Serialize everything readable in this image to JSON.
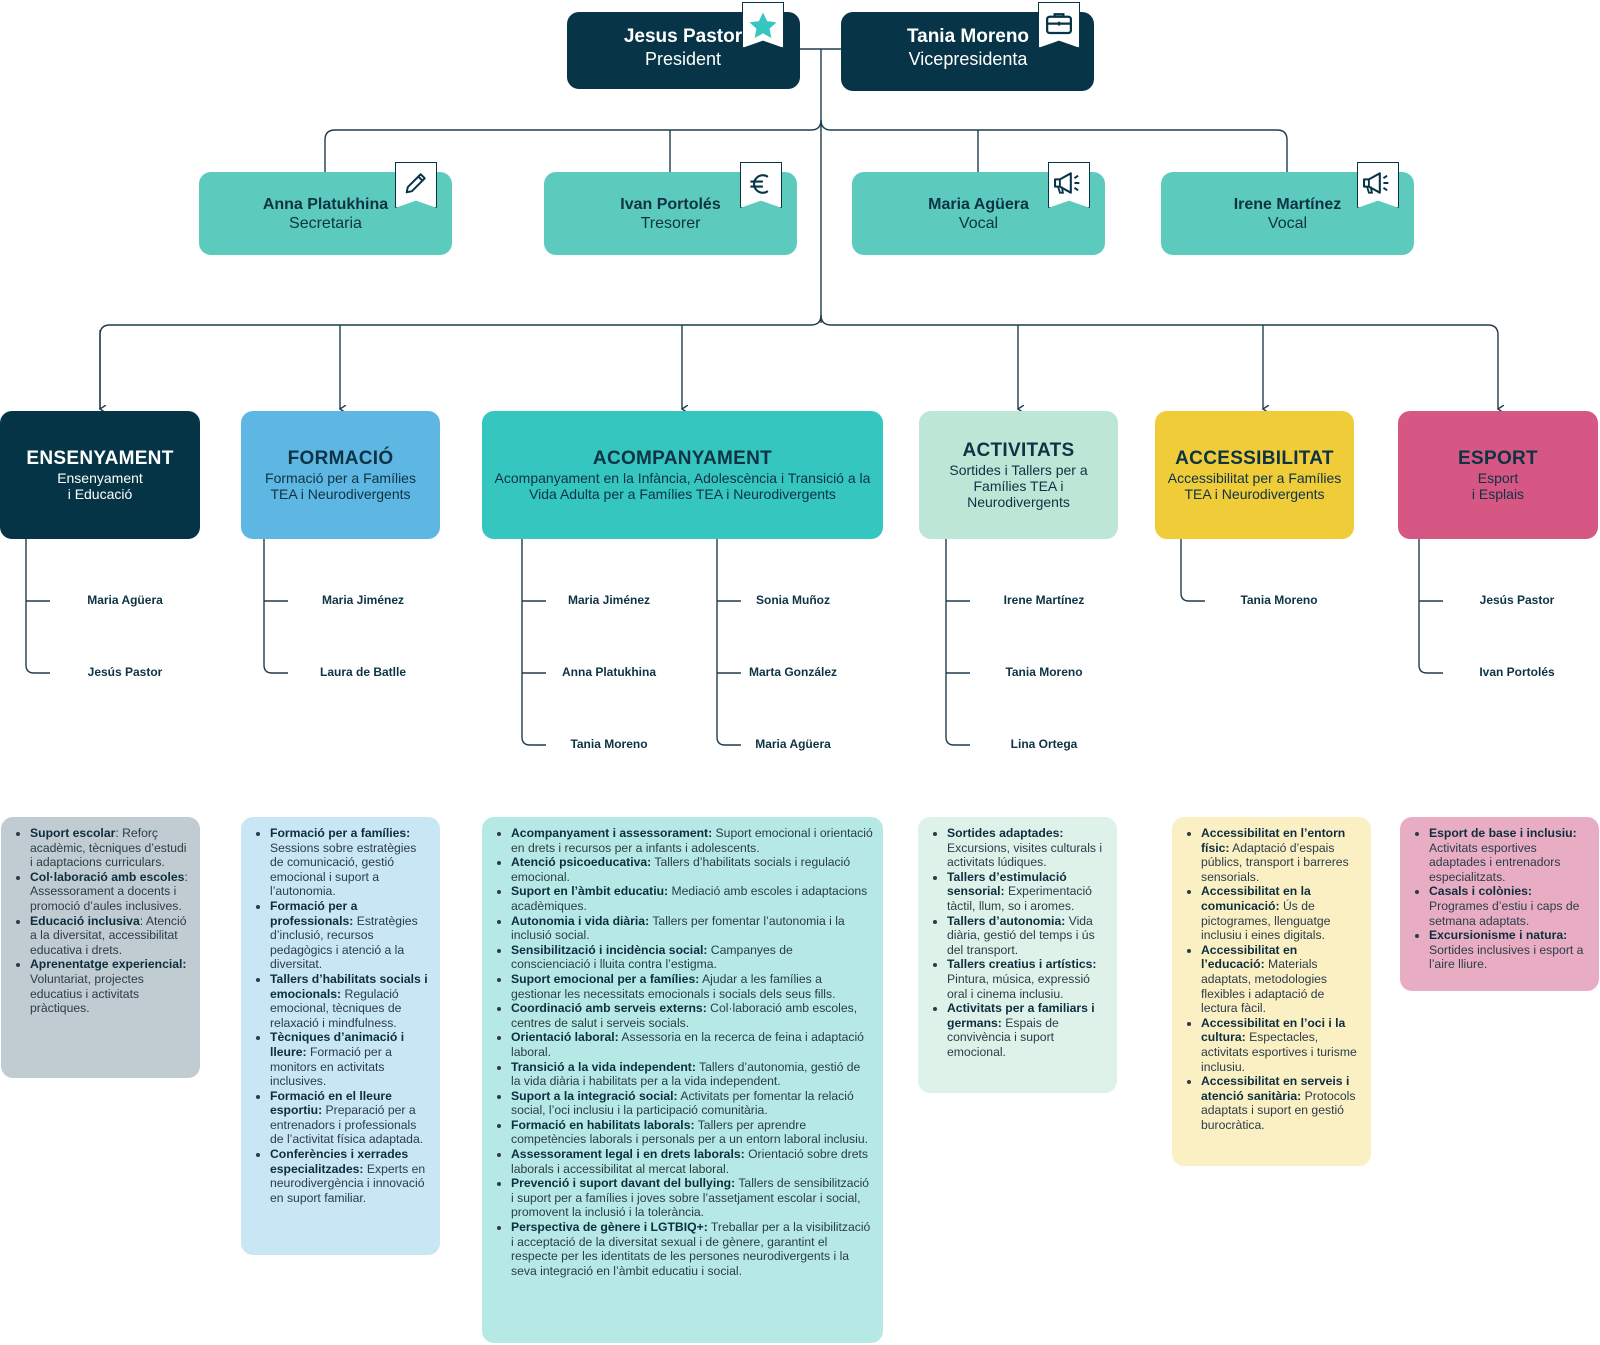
{
  "leaders": [
    {
      "name": "Jesus Pastor",
      "role": "President",
      "icon": "star-icon"
    },
    {
      "name": "Tania Moreno",
      "role": "Vicepresidenta",
      "icon": "briefcase-icon"
    }
  ],
  "board": [
    {
      "name": "Anna Platukhina",
      "role": "Secretaria",
      "icon": "pencil-icon"
    },
    {
      "name": "Ivan Portolés",
      "role": "Tresorer",
      "icon": "euro-icon"
    },
    {
      "name": "Maria Agüera",
      "role": "Vocal",
      "icon": "megaphone-icon"
    },
    {
      "name": "Irene Martínez",
      "role": "Vocal",
      "icon": "megaphone-icon"
    }
  ],
  "departments": [
    {
      "title": "ENSENYAMENT",
      "subtitle": "Ensenyament\ni Educació",
      "color": "#053446",
      "text_color": "#ffffff",
      "members": [
        [
          "Maria Agüera",
          "Jesús Pastor"
        ]
      ],
      "desc_bg": "#c0ccd2",
      "items": [
        {
          "b": "Suport escolar",
          "t": ": Reforç acadèmic, tècniques d’estudi i adaptacions curriculars."
        },
        {
          "b": "Col·laboració amb escoles",
          "t": ": Assessorament a docents i promoció d’aules inclusives."
        },
        {
          "b": "Educació inclusiva",
          "t": ": Atenció a la diversitat, accessibilitat educativa i drets."
        },
        {
          "b": "Aprenentatge experiencial:",
          "t": " Voluntariat, projectes educatius i activitats pràctiques."
        }
      ]
    },
    {
      "title": "FORMACIÓ",
      "subtitle": "Formació per a Famílies\nTEA i Neurodivergents",
      "color": "#5eb7e3",
      "text_color": "#0d3344",
      "members": [
        [
          "Maria Jiménez",
          "Laura de Batlle"
        ]
      ],
      "desc_bg": "#c9e6f4",
      "items": [
        {
          "b": "Formació per a famílies:",
          "t": " Sessions sobre estratègies de comunicació, gestió emocional i suport a l’autonomia."
        },
        {
          "b": "Formació per a professionals:",
          "t": " Estratègies d’inclusió, recursos pedagògics i atenció a la diversitat."
        },
        {
          "b": "Tallers d’habilitats socials i emocionals:",
          "t": " Regulació emocional, tècniques de relaxació i mindfulness."
        },
        {
          "b": "Tècniques d’animació i lleure:",
          "t": " Formació per a monitors en activitats inclusives."
        },
        {
          "b": "Formació en el lleure esportiu:",
          "t": " Preparació per a entrenadors i professionals de l’activitat física adaptada."
        },
        {
          "b": "Conferències i xerrades especialitzades:",
          "t": " Experts en neurodivergència i innovació en suport familiar."
        }
      ]
    },
    {
      "title": "ACOMPANYAMENT",
      "subtitle": "Acompanyament en la Infància, Adolescència i Transició a la Vida Adulta per a Famílies TEA i Neurodivergents",
      "color": "#36c6c0",
      "text_color": "#0d3344",
      "members": [
        [
          "Maria Jiménez",
          "Anna Platukhina",
          "Tania Moreno"
        ],
        [
          "Sonia Muñoz",
          "Marta González",
          "Maria Agüera"
        ]
      ],
      "desc_bg": "#b6e9e6",
      "items": [
        {
          "b": "Acompanyament i assessorament:",
          "t": " Suport emocional i orientació en drets i recursos per a infants i adolescents."
        },
        {
          "b": "Atenció psicoeducativa:",
          "t": " Tallers d’habilitats socials i regulació emocional."
        },
        {
          "b": "Suport en l’àmbit educatiu:",
          "t": " Mediació amb escoles i adaptacions acadèmiques."
        },
        {
          "b": "Autonomia i vida diària:",
          "t": " Tallers per fomentar l’autonomia i la inclusió social."
        },
        {
          "b": "Sensibilització i incidència social:",
          "t": " Campanyes de conscienciació i lluita contra l’estigma."
        },
        {
          "b": "Suport emocional per a famílies:",
          "t": " Ajudar a les famílies a gestionar les necessitats emocionals i socials dels seus fills."
        },
        {
          "b": "Coordinació amb serveis externs:",
          "t": " Col·laboració amb escoles, centres de salut i serveis socials."
        },
        {
          "b": "Orientació laboral:",
          "t": " Assessoria en la recerca de feina i adaptació laboral."
        },
        {
          "b": "Transició a la vida independent:",
          "t": " Tallers d’autonomia, gestió de la vida diària i habilitats per a la vida independent."
        },
        {
          "b": "Suport a la integració social:",
          "t": " Activitats per fomentar la relació social, l’oci inclusiu i la participació comunitària."
        },
        {
          "b": "Formació en habilitats laborals:",
          "t": " Tallers per aprendre competències laborals i personals per a un entorn laboral inclusiu."
        },
        {
          "b": "Assessorament legal i en drets laborals:",
          "t": " Orientació sobre drets laborals i accessibilitat al mercat laboral."
        },
        {
          "b": "Prevenció i suport davant del bullying:",
          "t": " Tallers de sensibilització i suport per a famílies i joves sobre l’assetjament escolar i social, promovent la inclusió i la tolerància."
        },
        {
          "b": "Perspectiva de gènere i LGTBIQ+:",
          "t": " Treballar per a la visibilització i acceptació de la diversitat sexual i de gènere, garantint el respecte per les identitats de les persones neurodivergents i la seva integració en l’àmbit educatiu i social."
        }
      ]
    },
    {
      "title": "ACTIVITATS",
      "subtitle": "Sortides i Tallers per a\nFamílies TEA i\nNeurodivergents",
      "color": "#bde6d7",
      "text_color": "#0d3344",
      "members": [
        [
          "Irene Martínez",
          "Tania Moreno",
          "Lina Ortega"
        ]
      ],
      "desc_bg": "#def2ea",
      "items": [
        {
          "b": "Sortides adaptades:",
          "t": " Excursions, visites culturals i activitats lúdiques."
        },
        {
          "b": "Tallers d’estimulació sensorial:",
          "t": " Experimentació tàctil, llum, so i aromes."
        },
        {
          "b": "Tallers d’autonomia:",
          "t": " Vida diària, gestió del temps i ús del transport."
        },
        {
          "b": "Tallers creatius i artístics:",
          "t": " Pintura, música, expressió oral i cinema inclusiu."
        },
        {
          "b": "Activitats per a familiars i germans:",
          "t": " Espais de convivència i suport emocional."
        }
      ]
    },
    {
      "title": "ACCESSIBILITAT",
      "subtitle": "Accessibilitat per a Famílies\nTEA i Neurodivergents",
      "color": "#efcc38",
      "text_color": "#0d3344",
      "members": [
        [
          "Tania Moreno"
        ]
      ],
      "desc_bg": "#fbf0c4",
      "items": [
        {
          "b": "Accessibilitat en l’entorn físic:",
          "t": " Adaptació d’espais públics, transport i barreres sensorials."
        },
        {
          "b": "Accessibilitat en la comunicació:",
          "t": " Ús de pictogrames, llenguatge inclusiu i eines digitals."
        },
        {
          "b": "Accessibilitat en l’educació:",
          "t": " Materials adaptats, metodologies flexibles i adaptació de lectura fàcil."
        },
        {
          "b": "Accessibilitat en l’oci i la cultura:",
          "t": " Espectacles, activitats esportives i turisme inclusiu."
        },
        {
          "b": "Accessibilitat en serveis i atenció sanitària:",
          "t": " Protocols adaptats i suport en gestió burocràtica."
        }
      ]
    },
    {
      "title": "ESPORT",
      "subtitle": "Esport\ni Esplais",
      "color": "#d65684",
      "text_color": "#0d3344",
      "members": [
        [
          "Jesús Pastor",
          "Ivan Portolés"
        ]
      ],
      "desc_bg": "#e9adc3",
      "items": [
        {
          "b": "Esport de base i inclusiu:",
          "t": " Activitats esportives adaptades i entrenadors especialitzats."
        },
        {
          "b": "Casals i colònies:",
          "t": " Programes d’estiu i caps de setmana adaptats."
        },
        {
          "b": "Excursionisme i natura:",
          "t": " Sortides inclusives i esport a l’aire lliure."
        }
      ]
    }
  ]
}
